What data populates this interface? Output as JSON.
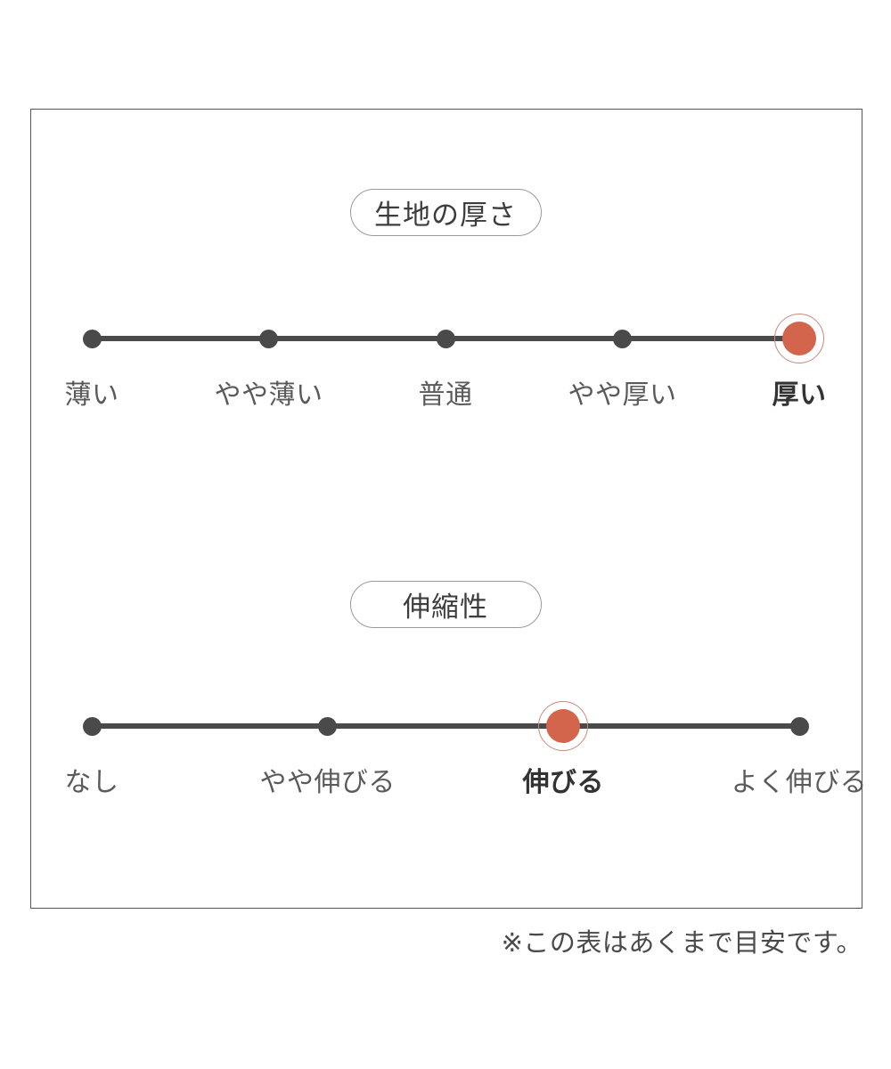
{
  "frame": {
    "border_color": "#555555"
  },
  "colors": {
    "dot": "#4a4a4a",
    "selected_dot": "#d2654c",
    "selected_ring": "#c98a79",
    "pill_border": "#9a9a9a",
    "label": "#5a5a5a",
    "label_selected": "#333333"
  },
  "sections": [
    {
      "id": "fabric-thickness",
      "pill_label": "生地の厚さ",
      "scale": {
        "points": [
          {
            "label": "薄い",
            "selected": false
          },
          {
            "label": "やや薄い",
            "selected": false
          },
          {
            "label": "普通",
            "selected": false
          },
          {
            "label": "やや厚い",
            "selected": false
          },
          {
            "label": "厚い",
            "selected": true
          }
        ],
        "selected_index": 4,
        "selected_label": "厚い"
      }
    },
    {
      "id": "stretchiness",
      "pill_label": "伸縮性",
      "scale": {
        "points": [
          {
            "label": "なし",
            "selected": false
          },
          {
            "label": "やや伸びる",
            "selected": false
          },
          {
            "label": "伸びる",
            "selected": true
          },
          {
            "label": "よく伸びる",
            "selected": false
          }
        ],
        "selected_index": 2,
        "selected_label": "伸びる"
      }
    }
  ],
  "footer": {
    "note": "※この表はあくまで目安です。"
  }
}
